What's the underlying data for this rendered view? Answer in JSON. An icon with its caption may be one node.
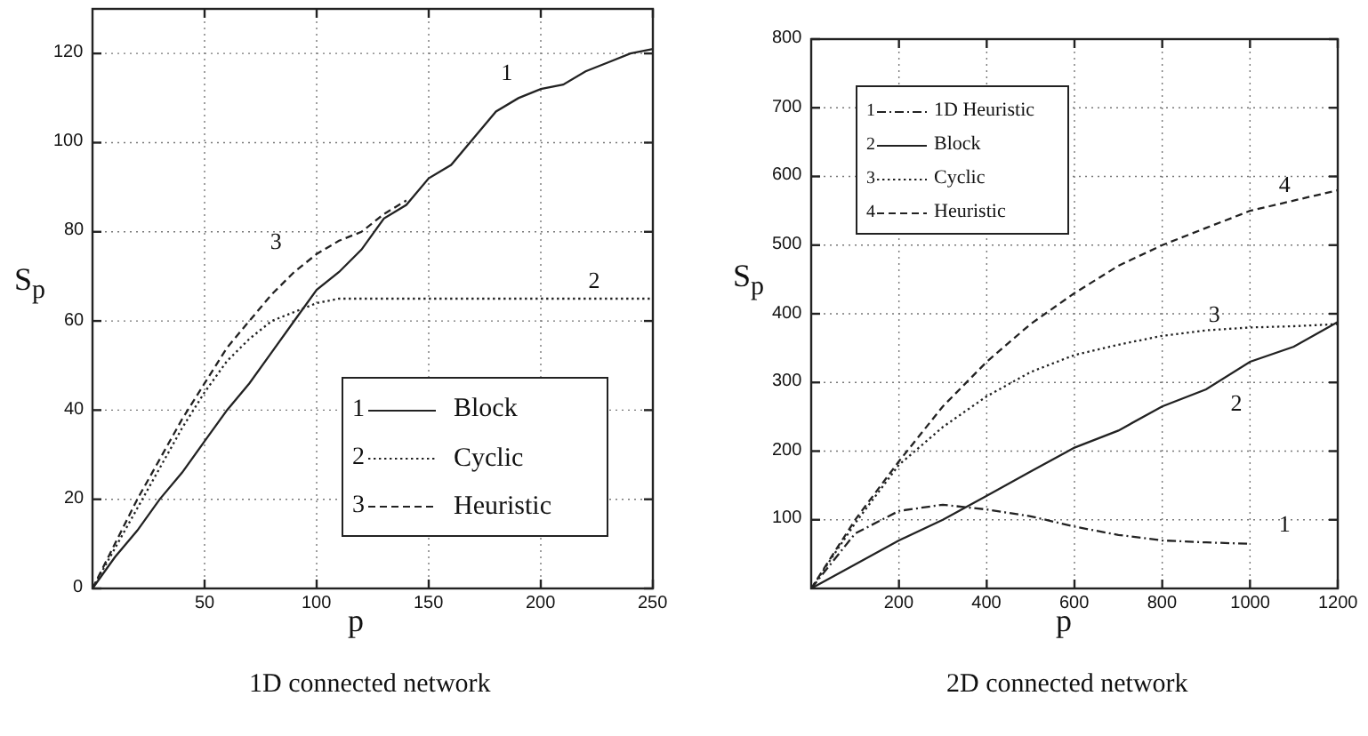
{
  "diagram": {
    "chart_data": [
      {
        "type": "line",
        "title": "1D connected network",
        "xlabel": "p",
        "ylabel": "S$_{p}$",
        "xlim": [
          0,
          250
        ],
        "ylim": [
          0,
          130
        ],
        "xticks": [
          50,
          100,
          150,
          200,
          250
        ],
        "yticks": [
          0,
          20,
          40,
          60,
          80,
          100,
          120
        ],
        "grid": true,
        "legend": true,
        "x": [
          0,
          10,
          20,
          30,
          40,
          50,
          60,
          70,
          80,
          90,
          100,
          110,
          120,
          130,
          140,
          150,
          160,
          170,
          180,
          190,
          200,
          210,
          220,
          230,
          240,
          250
        ],
        "series": [
          {
            "name": "Block",
            "color": "#222222",
            "line_style": "solid",
            "values": [
              0,
              7,
              13,
              20,
              26,
              33,
              40,
              46,
              53,
              60,
              67,
              71,
              76,
              83,
              86,
              92,
              95,
              101,
              107,
              110,
              112,
              113,
              116,
              118,
              120,
              121
            ]
          },
          {
            "name": "Cyclic",
            "color": "#222222",
            "line_style": "dotted",
            "values": [
              0,
              9,
              18,
              27,
              36,
              44,
              51,
              56,
              60,
              62,
              64,
              65,
              65,
              65,
              65,
              65,
              65,
              65,
              65,
              65,
              65,
              65,
              65,
              65,
              65,
              65
            ]
          },
          {
            "name": "Heuristic",
            "color": "#222222",
            "line_style": "dashed",
            "values": [
              0,
              10,
              20,
              29,
              38,
              46,
              54,
              60,
              66,
              71,
              75,
              78,
              80,
              84,
              87,
              null,
              null,
              null,
              null,
              null,
              null,
              null,
              null,
              null,
              null,
              null
            ]
          }
        ],
        "annotations": [
          "1",
          "2",
          "3",
          "1",
          "2",
          "3"
        ]
      },
      {
        "type": "line",
        "title": "2D connected network",
        "xlabel": "p",
        "ylabel": "S$_{p}$",
        "xlim": [
          0,
          1200
        ],
        "ylim": [
          0,
          800
        ],
        "xticks": [
          200,
          400,
          600,
          800,
          1000,
          1200
        ],
        "yticks": [
          100,
          200,
          300,
          400,
          500,
          600,
          700,
          800
        ],
        "grid": true,
        "legend": true,
        "x": [
          0,
          100,
          200,
          300,
          400,
          500,
          600,
          700,
          800,
          900,
          1000,
          1100,
          1200
        ],
        "series": [
          {
            "name": "1D Heuristic",
            "color": "#222222",
            "line_style": "dashdot",
            "values": [
              0,
              80,
              113,
              122,
              115,
              105,
              90,
              78,
              70,
              67,
              65,
              null,
              null
            ]
          },
          {
            "name": "Block",
            "color": "#222222",
            "line_style": "solid",
            "values": [
              0,
              35,
              70,
              100,
              135,
              170,
              205,
              230,
              265,
              290,
              330,
              352,
              388
            ]
          },
          {
            "name": "Cyclic",
            "color": "#222222",
            "line_style": "dotted",
            "values": [
              0,
              95,
              180,
              235,
              280,
              315,
              340,
              355,
              368,
              376,
              380,
              382,
              385
            ]
          },
          {
            "name": "Heuristic",
            "color": "#222222",
            "line_style": "dashed",
            "values": [
              0,
              100,
              185,
              265,
              330,
              385,
              430,
              470,
              500,
              525,
              550,
              565,
              580
            ]
          }
        ],
        "annotations": [
          "4",
          "3",
          "2",
          "1",
          "1",
          "2",
          "3",
          "4"
        ]
      }
    ]
  }
}
